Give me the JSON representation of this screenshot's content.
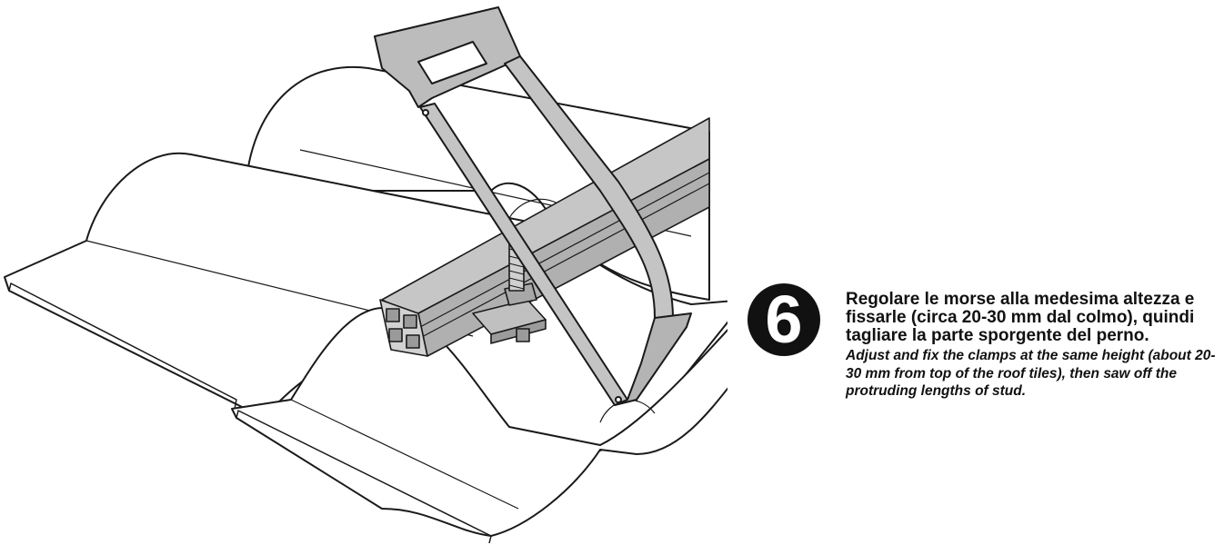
{
  "step": {
    "number": "6"
  },
  "instructions": {
    "italian": "Regolare le morse alla medesima altezza e fissarle (circa 20-30 mm dal colmo), quindi tagliare la parte sporgente del perno.",
    "english": "Adjust and fix the clamps at the same height (about 20-30 mm from top of the roof tiles), then saw off the protruding lengths of stud."
  },
  "illustration": {
    "icons": [
      "roof-tiles",
      "mounting-rail",
      "roof-clamp",
      "hacksaw"
    ],
    "colors": {
      "line": "#1a1a1a",
      "tile_fill": "#ffffff",
      "metal_fill": "#bdbdbd",
      "metal_dark": "#8f8f8f"
    }
  }
}
